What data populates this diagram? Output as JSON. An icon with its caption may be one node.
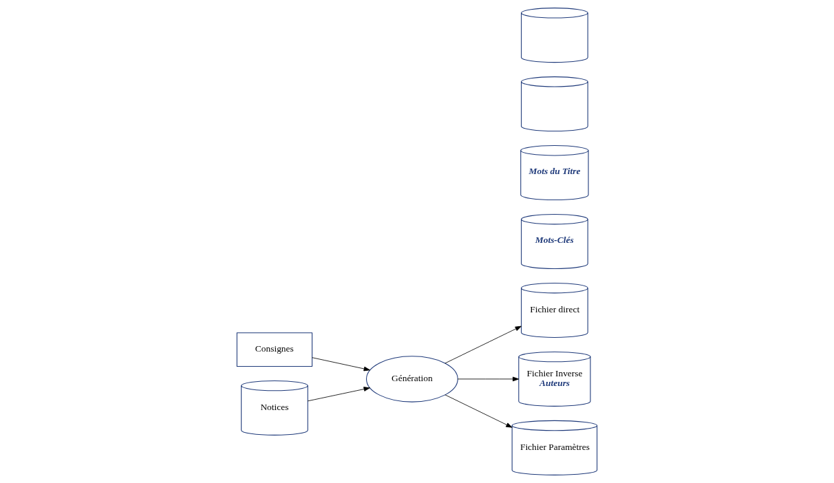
{
  "diagram": {
    "nodes": [
      {
        "text": [
          "Consignes"
        ]
      },
      {
        "text": [
          "Notices"
        ]
      },
      {
        "text": [
          "Génération"
        ]
      },
      {
        "text": [
          "Fichier direct"
        ]
      },
      {
        "text": [
          "Fichier Inverse",
          "Auteurs"
        ]
      },
      {
        "text": [
          "Mots-Clés"
        ]
      },
      {
        "text": [
          "Mots du Titre"
        ]
      },
      {
        "text": [
          "Fichier Paramètres"
        ]
      },
      {
        "text": [],
        "shape": "cylinder"
      },
      {
        "text": [],
        "shape": "cylinder"
      }
    ],
    "edges": [
      {
        "from": 0,
        "to": 2,
        "arrow": "to"
      },
      {
        "from": 1,
        "to": 2,
        "arrow": "to"
      },
      {
        "from": 2,
        "to": 3,
        "arrow": "to"
      },
      {
        "from": 2,
        "to": 4,
        "arrow": "to"
      },
      {
        "from": 2,
        "to": 7,
        "arrow": "to"
      }
    ]
  }
}
